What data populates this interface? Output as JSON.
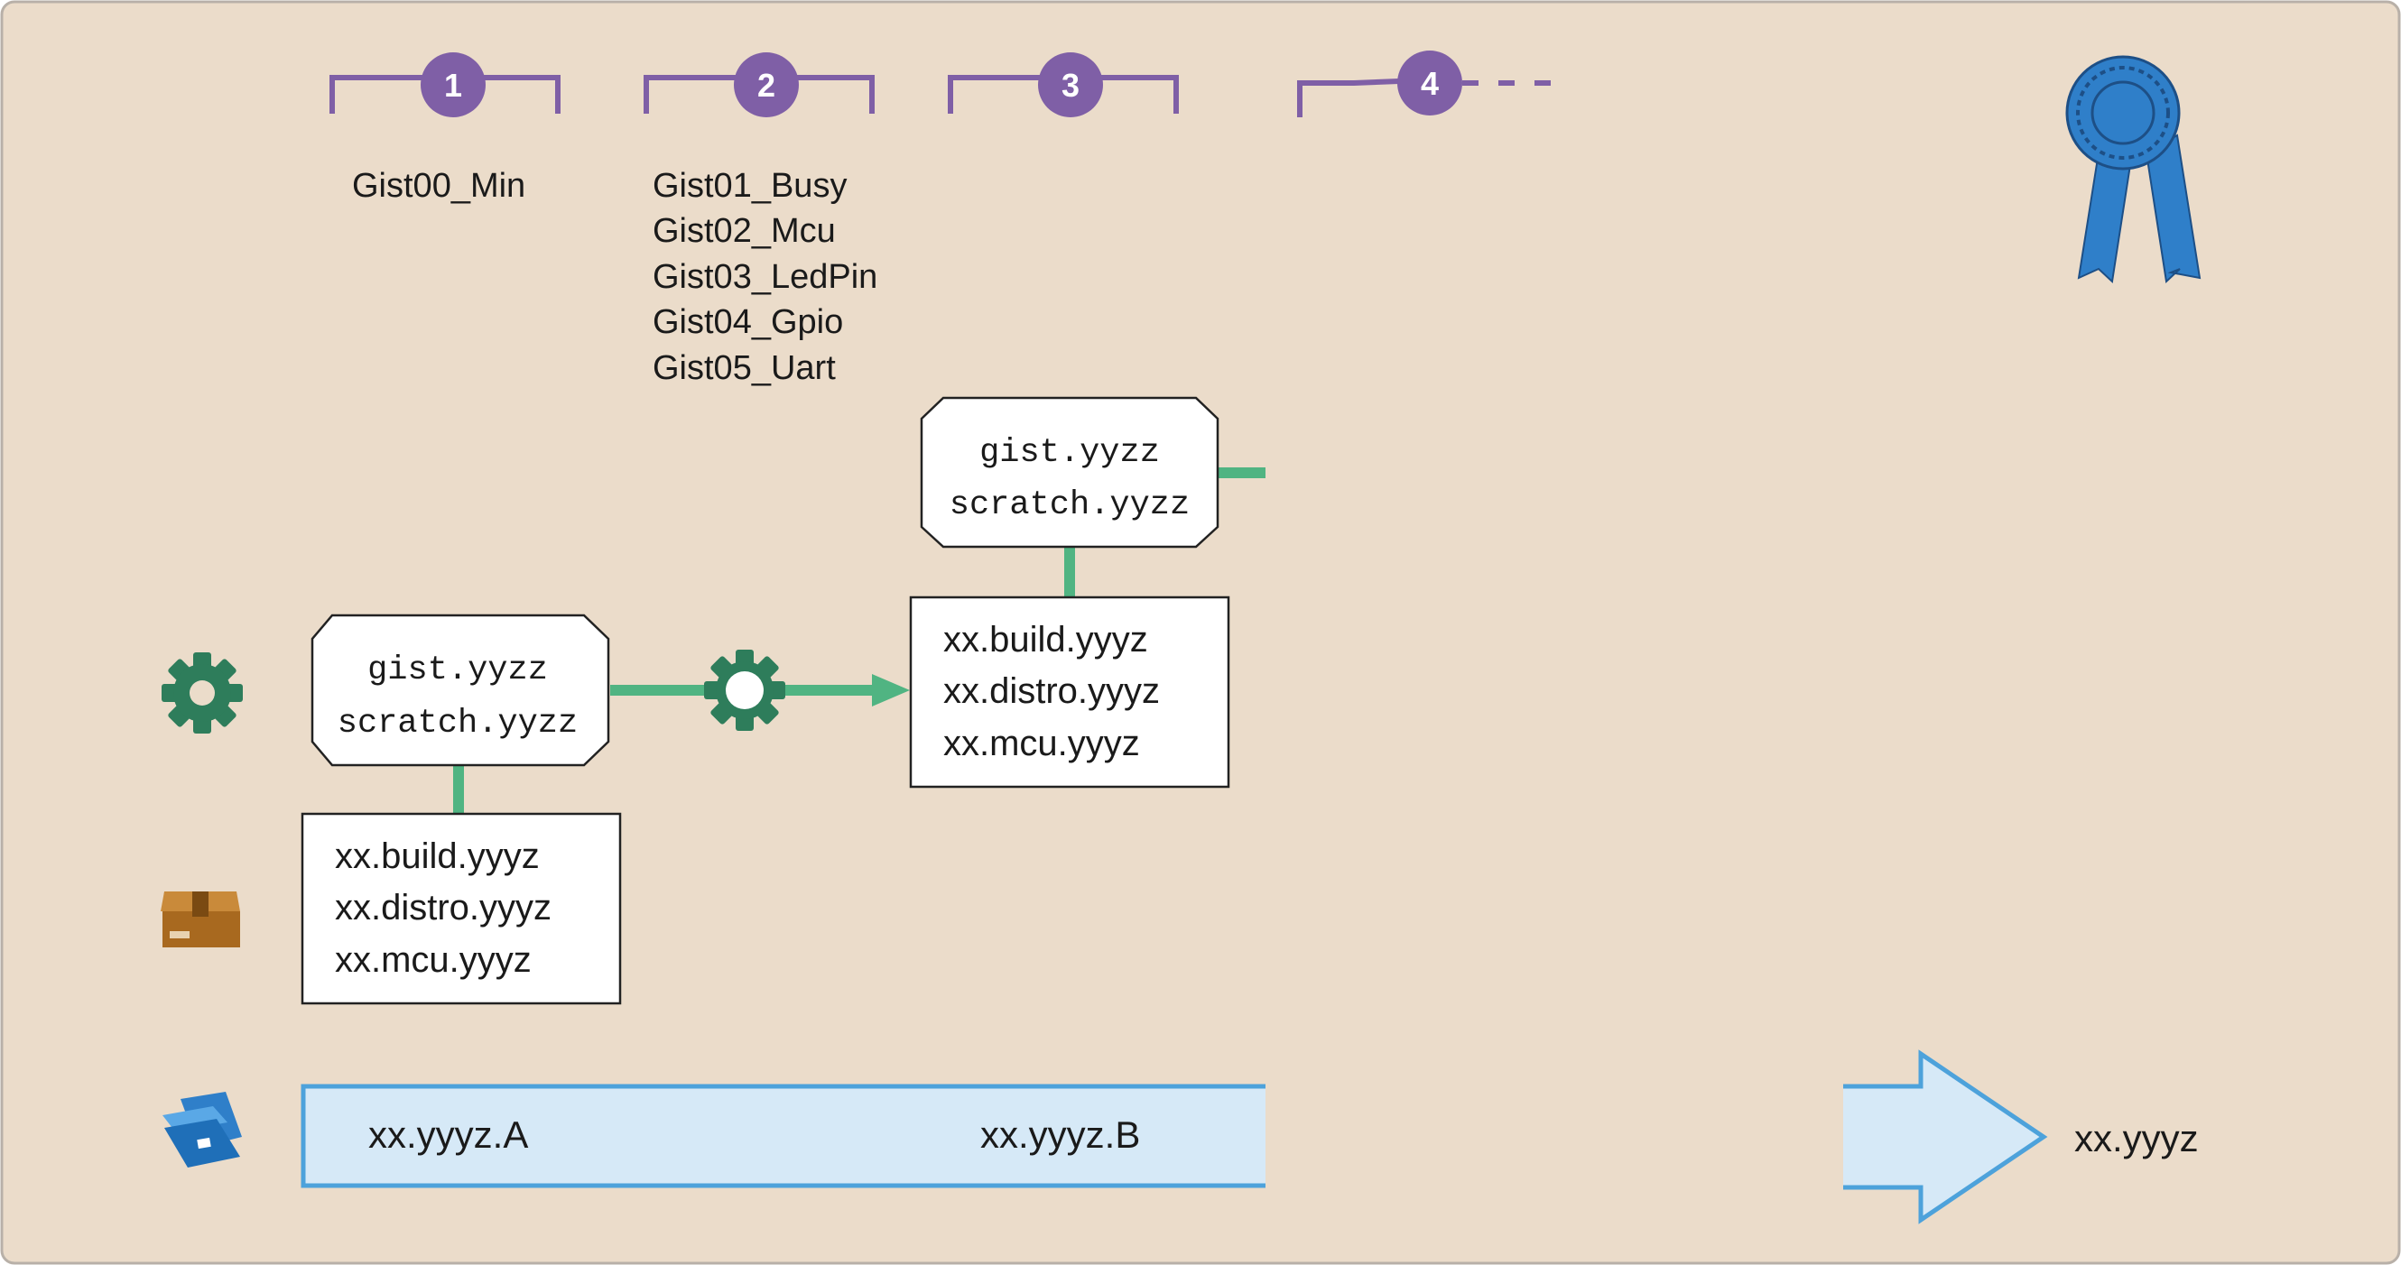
{
  "colors": {
    "background": "#ebdcca",
    "frame": "#b8b0a8",
    "milestone": "#7f5fa6",
    "flow": "#50b482",
    "gear": "#2e7d5b",
    "release_fill": "#d6e9f7",
    "release_stroke": "#4da2db",
    "ribbon": "#2f7fc9",
    "box_fill": "#ffffff",
    "box_stroke": "#222222"
  },
  "icons": {
    "build": "gear-icon",
    "package": "box-icon",
    "release": "toolbox-icon",
    "award": "ribbon-icon"
  },
  "milestones": [
    {
      "number": "1",
      "gists": [
        "Gist00_Min"
      ]
    },
    {
      "number": "2",
      "gists": [
        "Gist01_Busy",
        "Gist02_Mcu",
        "Gist03_LedPin",
        "Gist04_Gpio",
        "Gist05_Uart"
      ]
    },
    {
      "number": "3",
      "gists": []
    },
    {
      "number": "4",
      "gists": []
    }
  ],
  "gist_box_1": {
    "line1": "gist.yyzz",
    "line2": "scratch.yyzz"
  },
  "gist_box_2": {
    "line1": "gist.yyzz",
    "line2": "scratch.yyzz"
  },
  "package_box_1": {
    "lines": [
      "xx.build.yyyz",
      "xx.distro.yyyz",
      "xx.mcu.yyyz"
    ]
  },
  "package_box_2": {
    "lines": [
      "xx.build.yyyz",
      "xx.distro.yyyz",
      "xx.mcu.yyyz"
    ]
  },
  "release_bar": {
    "label_a": "xx.yyyz.A",
    "label_b": "xx.yyyz.B"
  },
  "final_release": {
    "label": "xx.yyyz"
  }
}
